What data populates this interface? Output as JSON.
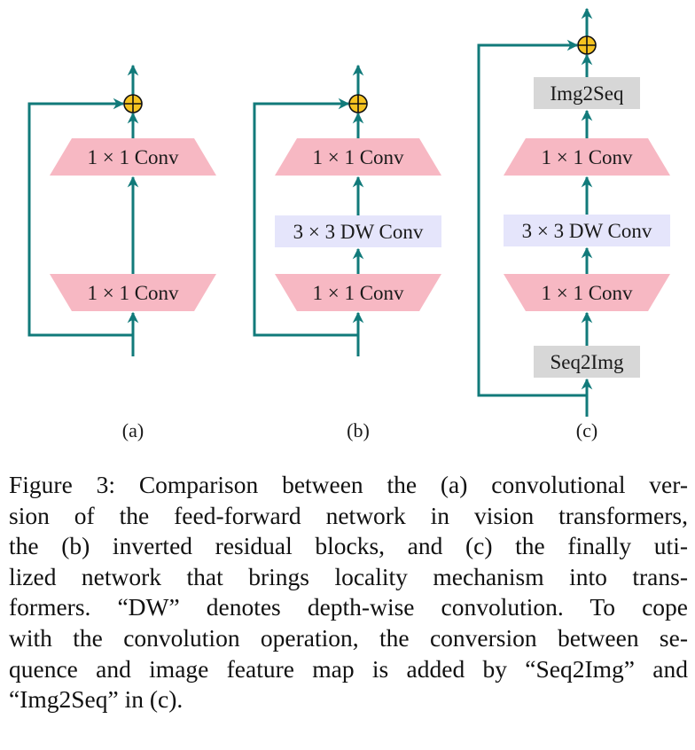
{
  "colors": {
    "wire": "#117a7a",
    "conv1x1_fill": "#f7b8c3",
    "dwconv_fill": "#e5e5fb",
    "seq_fill": "#d7d7d7",
    "add_fill": "#f6c320",
    "add_stroke": "#111111"
  },
  "icons": {
    "add": "circled-plus-icon",
    "arrow": "arrowhead-icon"
  },
  "panels": [
    {
      "id": "a",
      "sublabel": "(a)",
      "blocks": [
        {
          "kind": "conv1x1",
          "label": "1 × 1 Conv"
        },
        {
          "kind": "conv1x1",
          "label": "1 × 1 Conv"
        }
      ]
    },
    {
      "id": "b",
      "sublabel": "(b)",
      "blocks": [
        {
          "kind": "conv1x1",
          "label": "1 × 1 Conv"
        },
        {
          "kind": "dwconv",
          "label": "3 × 3 DW Conv"
        },
        {
          "kind": "conv1x1",
          "label": "1 × 1 Conv"
        }
      ]
    },
    {
      "id": "c",
      "sublabel": "(c)",
      "blocks": [
        {
          "kind": "seq",
          "label": "Img2Seq"
        },
        {
          "kind": "conv1x1",
          "label": "1 × 1 Conv"
        },
        {
          "kind": "dwconv",
          "label": "3 × 3 DW Conv"
        },
        {
          "kind": "conv1x1",
          "label": "1 × 1 Conv"
        },
        {
          "kind": "seq",
          "label": "Seq2Img"
        }
      ]
    }
  ],
  "caption": {
    "lines": [
      "Figure 3: Comparison between the (a) convolutional ver-",
      "sion of the feed-forward network in vision transformers,",
      "the (b) inverted residual blocks, and (c) the finally uti-",
      "lized network that brings locality mechanism into trans-",
      "formers. “DW” denotes depth-wise convolution. To cope",
      "with the convolution operation, the conversion between se-",
      "quence and image feature map is added by “Seq2Img” and",
      "“Img2Seq” in (c)."
    ]
  }
}
